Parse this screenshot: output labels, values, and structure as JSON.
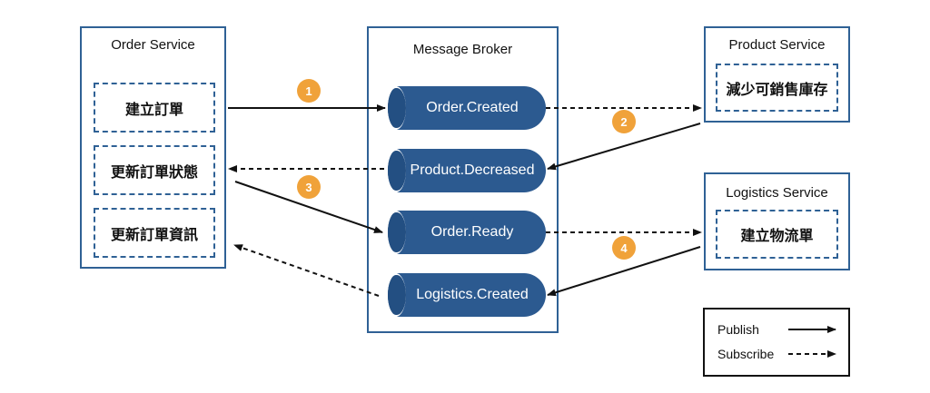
{
  "services": {
    "order": {
      "title": "Order Service",
      "tasks": [
        "建立訂單",
        "更新訂單狀態",
        "更新訂單資訊"
      ]
    },
    "broker": {
      "title": "Message Broker",
      "topics": [
        "Order.Created",
        "Product.Decreased",
        "Order.Ready",
        "Logistics.Created"
      ]
    },
    "product": {
      "title": "Product Service",
      "tasks": [
        "減少可銷售庫存"
      ]
    },
    "logistics": {
      "title": "Logistics Service",
      "tasks": [
        "建立物流單"
      ]
    }
  },
  "steps": [
    "1",
    "2",
    "3",
    "4"
  ],
  "legend": {
    "publish": "Publish",
    "subscribe": "Subscribe"
  },
  "colors": {
    "border": "#2f6195",
    "topic": "#2c5a90",
    "badge": "#f0a23a",
    "line": "#111111"
  }
}
